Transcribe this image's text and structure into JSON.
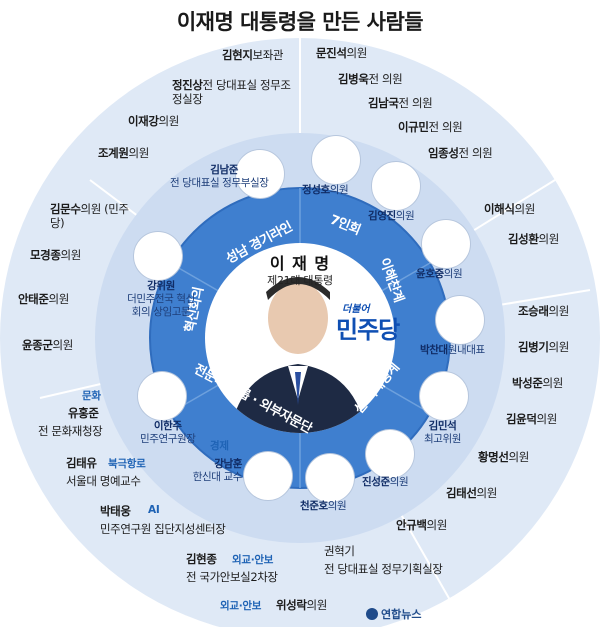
{
  "title": "이재명 대통령을 만든 사람들",
  "center": {
    "name": "이 재 명",
    "subtitle": "제21대 대통령",
    "logo_small": "더불어",
    "logo_big": "민주당"
  },
  "inner_ring": {
    "top_left": "성남 경기라인",
    "top_right": "7인회",
    "right": "이해찬계",
    "bottom_right": "신 이재명계",
    "bottom_left": "전문가 그룹 · 외부자문단",
    "left": "혁신회의"
  },
  "inner_people": [
    {
      "name": "김남준",
      "role": "전 당대표실 정무부실장"
    },
    {
      "name": "정성호",
      "role": "의원"
    },
    {
      "name": "김영진",
      "role": "의원"
    },
    {
      "name": "윤호중",
      "role": "의원"
    },
    {
      "name": "박찬대",
      "role": "원내대표"
    },
    {
      "name": "김민석",
      "role": "최고위원"
    },
    {
      "name": "진성준",
      "role": "의원"
    },
    {
      "name": "천준호",
      "role": "의원"
    },
    {
      "name": "강남훈",
      "role": "한신대 교수"
    },
    {
      "name": "이한주",
      "role": "민주연구원장"
    },
    {
      "name": "강위원",
      "role": "더민주전국 혁신회의 상임고문"
    }
  ],
  "outer_people": [
    {
      "name": "김현지",
      "role": "보좌관"
    },
    {
      "name": "정진상",
      "role": "전 당대표실 정무조정실장"
    },
    {
      "name": "이재강",
      "role": "의원"
    },
    {
      "name": "조계원",
      "role": "의원"
    },
    {
      "name": "문진석",
      "role": "의원"
    },
    {
      "name": "김병욱",
      "role": "전 의원"
    },
    {
      "name": "김남국",
      "role": "전 의원"
    },
    {
      "name": "이규민",
      "role": "전 의원"
    },
    {
      "name": "임종성",
      "role": "전 의원"
    },
    {
      "name": "이해식",
      "role": "의원"
    },
    {
      "name": "김성환",
      "role": "의원"
    },
    {
      "name": "조승래",
      "role": "의원"
    },
    {
      "name": "김병기",
      "role": "의원"
    },
    {
      "name": "박성준",
      "role": "의원"
    },
    {
      "name": "김윤덕",
      "role": "의원"
    },
    {
      "name": "황명선",
      "role": "의원"
    },
    {
      "name": "김태선",
      "role": "의원"
    },
    {
      "name": "안규백",
      "role": "의원"
    },
    {
      "name": "권혁기",
      "role": "전 당대표실 정무기획실장"
    },
    {
      "name": "위성락",
      "role": "의원"
    },
    {
      "name": "김현종",
      "role": "전 국가안보실2차장"
    },
    {
      "name": "박태웅",
      "role": "민주연구원 집단지성센터장"
    },
    {
      "name": "김태유",
      "role": "서울대 명예교수"
    },
    {
      "name": "유홍준",
      "role": "전 문화재청장"
    },
    {
      "name": "윤종군",
      "role": "의원"
    },
    {
      "name": "안태준",
      "role": "의원"
    },
    {
      "name": "모경종",
      "role": "의원"
    },
    {
      "name": "김문수",
      "role": "의원 (민주당)"
    }
  ],
  "tags": {
    "culture": "문화",
    "north_route": "북극항로",
    "ai": "AI",
    "diplomacy1": "외교·안보",
    "diplomacy2": "외교·안보",
    "economy": "경제"
  },
  "agency": "연합뉴스",
  "colors": {
    "outer_ring": "#dde8f5",
    "outer_ring_alt": "#e8eff8",
    "middle_ring": "#c7d9f0",
    "inner_ring": "#3f7fcf",
    "inner_ring_dark": "#2d68b8",
    "center": "#ffffff",
    "accent": "#0f4fb3"
  }
}
